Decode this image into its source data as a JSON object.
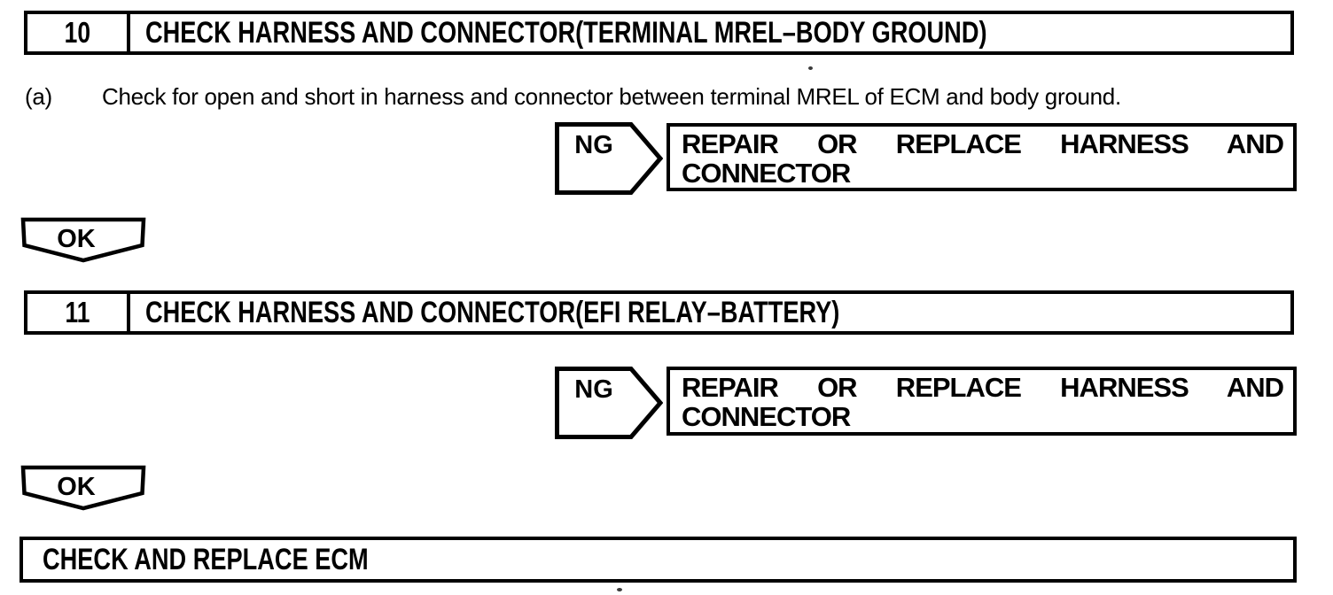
{
  "page": {
    "bg": "#ffffff",
    "ink": "#000000"
  },
  "steps": [
    {
      "number": "10",
      "title": "CHECK HARNESS AND CONNECTOR(TERMINAL MREL–BODY GROUND)",
      "instruction_label": "(a)",
      "instruction": "Check for open and short in harness and connector between terminal MREL of ECM and body ground.",
      "ng": {
        "label": "NG",
        "action_line1": "REPAIR OR REPLACE HARNESS AND",
        "action_line2": "CONNECTOR"
      },
      "ok_label": "OK"
    },
    {
      "number": "11",
      "title": "CHECK HARNESS AND CONNECTOR(EFI RELAY–BATTERY)",
      "ng": {
        "label": "NG",
        "action_line1": "REPAIR OR REPLACE HARNESS AND",
        "action_line2": "CONNECTOR"
      },
      "ok_label": "OK"
    }
  ],
  "final_action": "CHECK AND REPLACE ECM"
}
